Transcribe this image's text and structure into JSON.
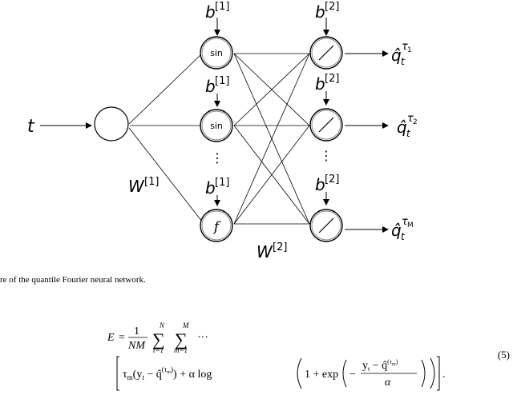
{
  "figure": {
    "input_label": "t",
    "hidden_bias_label": "b",
    "hidden_bias_index": "[1]",
    "output_bias_label": "b",
    "output_bias_index": "[2]",
    "hidden_nodes": [
      "sin",
      "sin",
      "f"
    ],
    "ellipsis": "⋮",
    "weight1_label": "W",
    "weight1_index": "[1]",
    "weight2_label": "W",
    "weight2_index": "[2]",
    "outputs": [
      {
        "base": "q̂",
        "sub": "t",
        "sup": "τ",
        "sup_sub": "1"
      },
      {
        "base": "q̂",
        "sub": "t",
        "sup": "τ",
        "sup_sub": "2"
      },
      {
        "base": "q̂",
        "sub": "t",
        "sup": "τ",
        "sup_sub": "M"
      }
    ]
  },
  "caption": "re of the quantile Fourier neural network.",
  "equation": {
    "lhs": "E",
    "frac_num": "1",
    "frac_den": "NM",
    "sum1_top": "N",
    "sum1_bottom": "t=1",
    "sum2_top": "M",
    "sum2_bottom": "m=1",
    "dots": "···",
    "line2_prefix": "τ",
    "line2_mid": "(y",
    "number": "(5)"
  }
}
